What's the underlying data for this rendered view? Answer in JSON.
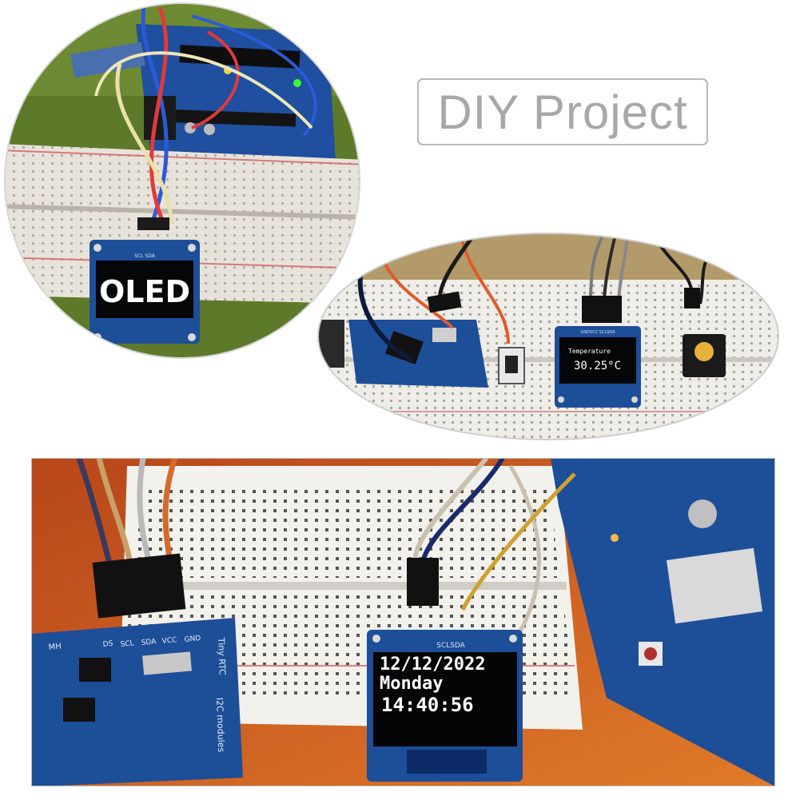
{
  "title": "DIY Project",
  "photo1": {
    "oled_text": "OLED",
    "header_text": "SCL SDA"
  },
  "photo2": {
    "oled_title": "Temperature",
    "oled_value": "30.25°C",
    "header_text": "GNDVCC SCLSDA"
  },
  "photo3": {
    "oled_date": "12/12/2022",
    "oled_day": "Monday",
    "oled_time": "14:40:56",
    "header_text": "SCLSDA",
    "rtc_board_text": "Tiny RTC",
    "rtc_modules_text": "I2C modules",
    "rtc_pins": [
      "DS",
      "SCL",
      "SDA",
      "VCC",
      "GND"
    ],
    "rtc_mark": "MH"
  },
  "colors": {
    "board_blue": "#1f4f9e",
    "pcb_dark": "#0c2b66",
    "breadboard": "#ecebe6",
    "table_orange": "#c4541e"
  }
}
